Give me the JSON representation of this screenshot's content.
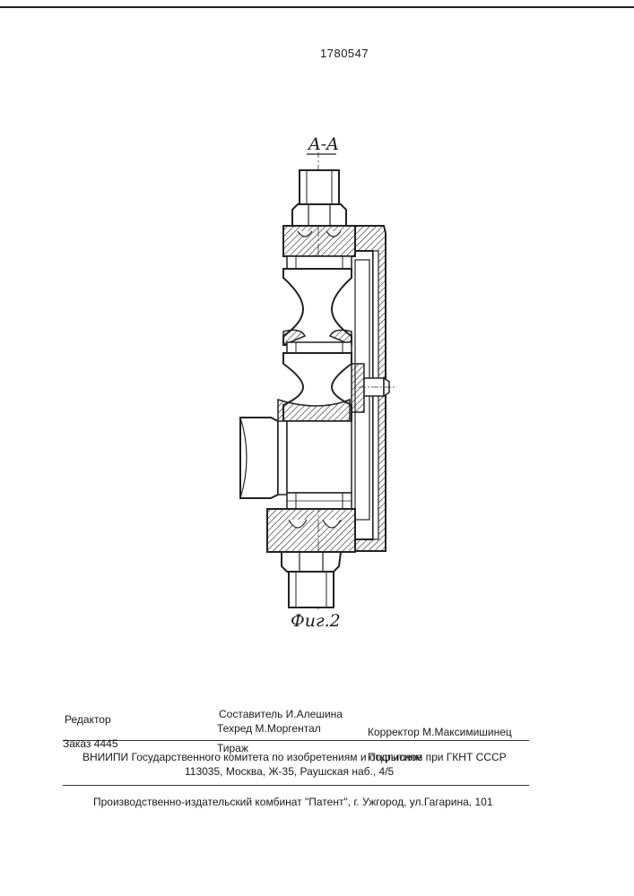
{
  "document": {
    "patent_number": "1780547",
    "section_label": "A-A",
    "figure_label": "Фиг.2"
  },
  "imprint": {
    "editor_label": "Редактор",
    "compiler": "Составитель И.Алешина",
    "techred": "Техред М.Моргентал",
    "corrector": "Корректор  М.Максимишинец",
    "order": "Заказ 4445",
    "circulation": "Тираж",
    "subscription": "Подписное",
    "institute": "ВНИИПИ Государственного комитета по изобретениям и открытиям при ГКНТ СССР",
    "address": "113035, Москва, Ж-35, Раушская наб., 4/5",
    "publisher": "Производственно-издательский комбинат \"Патент\", г. Ужгород, ул.Гагарина, 101"
  }
}
